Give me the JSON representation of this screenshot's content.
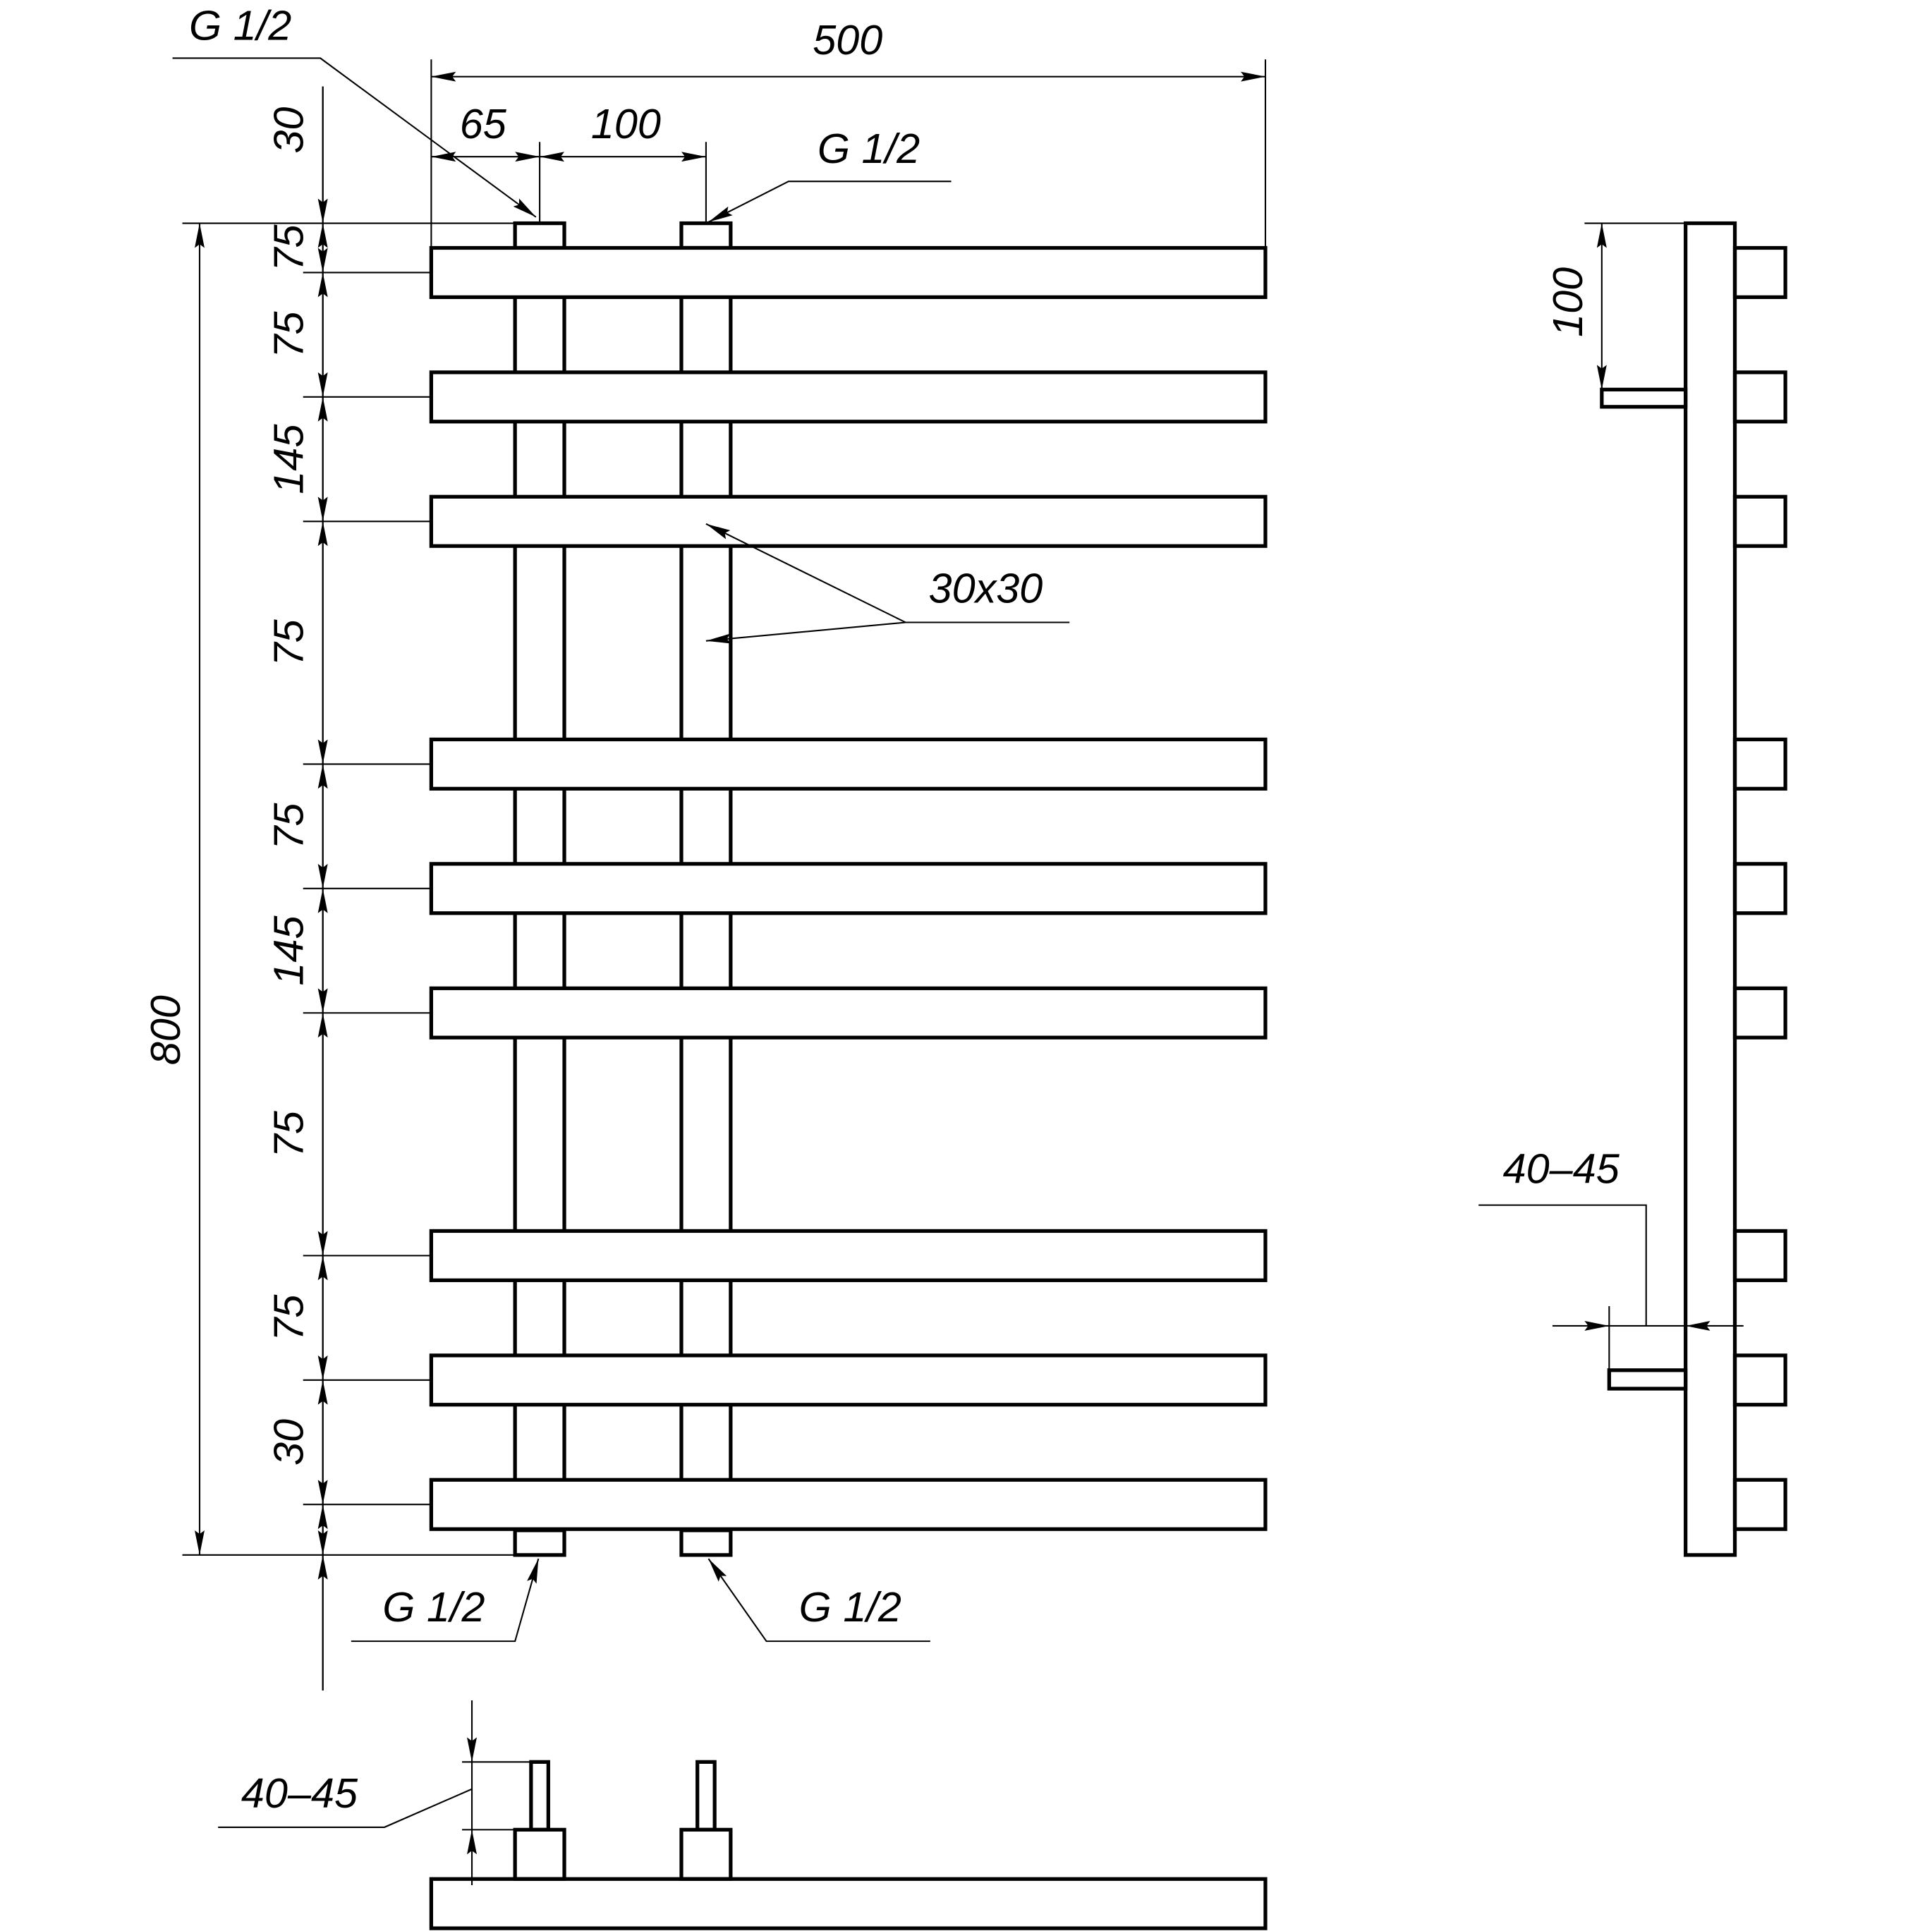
{
  "front_view": {
    "overall_width": "500",
    "overall_height": "800",
    "inlet_offset": "65",
    "inlet_spacing": "100",
    "connection_top_left": "G 1/2",
    "connection_top_right": "G 1/2",
    "connection_bottom_left": "G 1/2",
    "connection_bottom_right": "G 1/2",
    "profile": "30x30",
    "chain": [
      "30",
      "75",
      "75",
      "145",
      "75",
      "75",
      "145",
      "75",
      "75",
      "30"
    ]
  },
  "side_view": {
    "bracket_offset": "100",
    "wall_distance": "40–45"
  },
  "bottom_view": {
    "wall_distance": "40–45"
  },
  "colors": {
    "line": "#000000",
    "background": "#ffffff"
  }
}
